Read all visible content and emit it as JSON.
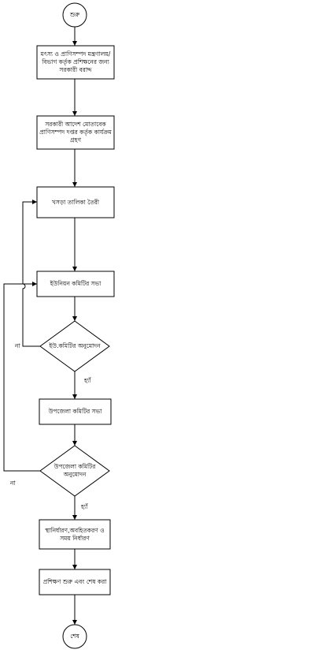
{
  "nodes": {
    "start": "শুরু",
    "step1": "মৎস্য ও প্রাণিসম্পদ মন্ত্রণালয়/ বিভাগ কর্তৃক প্রশিক্ষনের জন্য সরকারী বরাদ্দ",
    "step2": "সরকারী আদেশ মোতাবেক প্রাণিসম্পদ দপ্তর কর্তৃক কার্যক্রম গ্রহণ",
    "step3": "খসড়া তালিকা  তৈরী",
    "step4": "ইউনিয়ন কমিটির সভা",
    "decision1": "ইউ.কমিটির অনুমোদন",
    "step5": "উপজেলা কমিটির সভা",
    "decision2": "উপজেলা কমিটির অনুমোদন",
    "step6": "স্থানির্ধারণ,অবহিতকরণ ও সময় নির্ধারণ",
    "step7": "প্রশিক্ষণ শুরু এবং শেষ করা",
    "end": "শেষ"
  },
  "edge_labels": {
    "d1_no": "না",
    "d1_yes": "হ্যাঁ",
    "d2_no": "না",
    "d2_yes": "হ্যাঁ"
  },
  "colors": {
    "stroke": "#000000",
    "fill": "#ffffff"
  }
}
